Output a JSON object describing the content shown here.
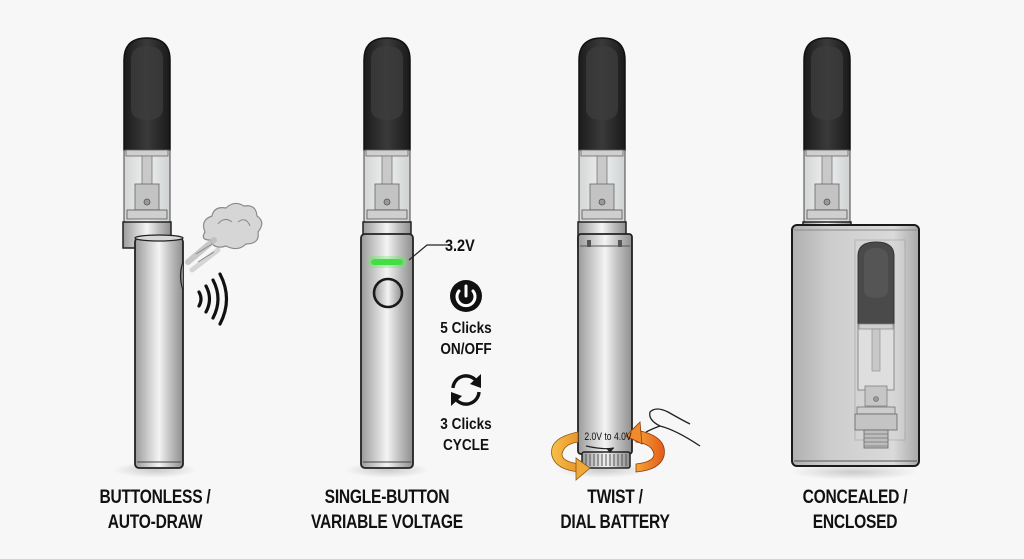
{
  "colors": {
    "background": "#f7f7f7",
    "mouthpiece": "#2b2b2b",
    "metal": "#c4c4c4",
    "outline": "#1a1a1a",
    "led_green": "#37d43a",
    "arrow_orange_light": "#f5b73a",
    "arrow_orange_dark": "#ea6a1c"
  },
  "devices": [
    {
      "id": "buttonless",
      "label_line1": "BUTTONLESS /",
      "label_line2": "AUTO-DRAW",
      "icons": [
        "vapor-cloud-icon",
        "airflow-sensor-waves-icon"
      ]
    },
    {
      "id": "single-button",
      "label_line1": "SINGLE-BUTTON",
      "label_line2": "VARIABLE VOLTAGE",
      "led_callout": "3.2V",
      "power_instruction": {
        "icon": "power-icon",
        "line1": "5 Clicks",
        "line2": "ON/OFF"
      },
      "cycle_instruction": {
        "icon": "cycle-arrows-icon",
        "line1": "3 Clicks",
        "line2": "CYCLE"
      }
    },
    {
      "id": "twist-dial",
      "label_line1": "TWIST /",
      "label_line2": "DIAL BATTERY",
      "dial_range": "2.0V to 4.0V",
      "icons": [
        "rotate-arrows-icon",
        "finger-icon"
      ]
    },
    {
      "id": "concealed",
      "label_line1": "CONCEALED /",
      "label_line2": "ENCLOSED"
    }
  ]
}
